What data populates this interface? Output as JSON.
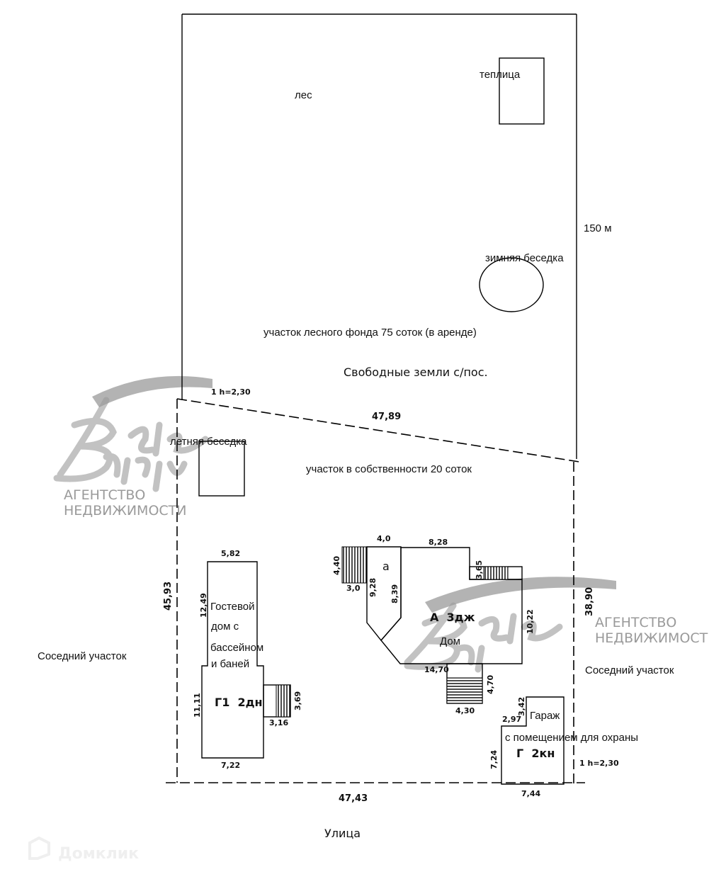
{
  "labels": {
    "forest": "лес",
    "greenhouse": "теплица",
    "length_150": "150 м",
    "winter_gazebo": "зимняя беседка",
    "forest_plot": "участок лесного фонда 75 соток (в аренде)",
    "free_lands": "Свободные земли с/пос.",
    "h_top": "1 h=2,30",
    "summer_gazebo": "летняя беседка",
    "own_plot": "участок в собственности 20 соток",
    "neighbor_left": "Соседний участок",
    "neighbor_right": "Соседний участок",
    "street": "Улица",
    "h_right": "1 h=2,30"
  },
  "dimensions": {
    "diag": "47,89",
    "left": "45,93",
    "right": "38,90",
    "bottom": "47,43"
  },
  "guest_house": {
    "line1": "Гостевой",
    "line2": "дом с",
    "line3": "бассейном",
    "line4": "и баней",
    "code": "Г1  2дн",
    "d_top": "5,82",
    "d_upper": "12,49",
    "d_lower": "11,11",
    "d_bottom": "7,22",
    "d_porch_w": "3,16",
    "d_porch_h": "3,69"
  },
  "house": {
    "code": "А  3дж",
    "name": "Дом",
    "annex": "а",
    "d_a_top": "4,0",
    "d_top": "8,28",
    "d_stairs_h": "4,40",
    "d_stairs_w": "3,0",
    "d_928": "9,28",
    "d_839": "8,39",
    "d_porch": "3,65",
    "d_right": "10,22",
    "d_bottom": "14,70",
    "d_bstairs_h": "4,70",
    "d_bstairs_w": "4,30"
  },
  "garage": {
    "name": "Гараж",
    "desc": "с помещением для охраны",
    "code": "Г  2кн",
    "d_342": "3,42",
    "d_297": "2,97",
    "d_724": "7,24",
    "d_744": "7,44"
  },
  "watermark": {
    "script": "Белые Ветры",
    "line1": "АГЕНТСТВО",
    "line2": "НЕДВИЖИМОСТИ",
    "site_logo": "Домклик"
  }
}
